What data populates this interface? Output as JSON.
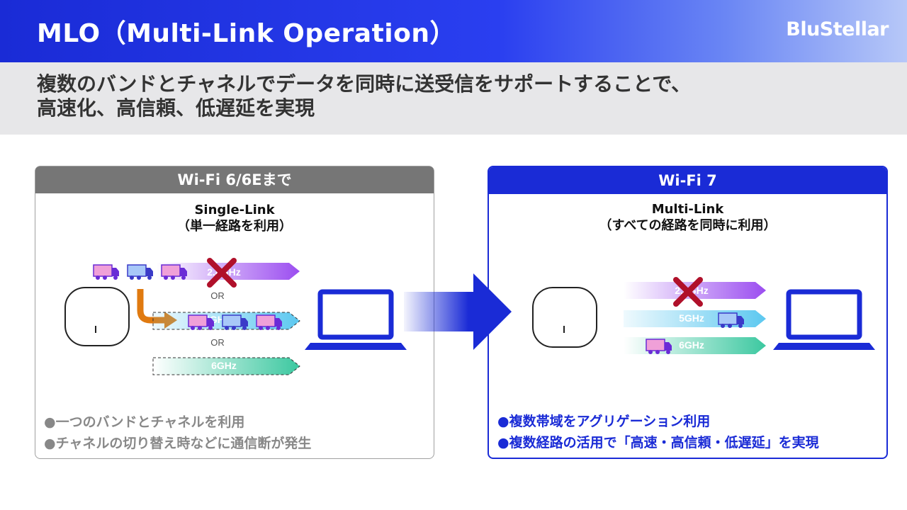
{
  "header": {
    "title": "MLO（Multi-Link Operation）",
    "brand": "BluStellar"
  },
  "subtitle": {
    "line1": "複数のバンドとチャネルでデータを同時に送受信をサポートすることで、",
    "line2": "高速化、高信頼、低遅延を実現"
  },
  "left_panel": {
    "header": "Wi-Fi 6/6Eまで",
    "mode_title": "Single-Link",
    "mode_subtitle": "（単一経路を利用）",
    "bands": [
      "2.4GHz",
      "5GHz",
      "6GHz"
    ],
    "or_label": "OR",
    "bullets": [
      "●一つのバンドとチャネルを利用",
      "●チャネルの切り替え時などに通信断が発生"
    ]
  },
  "right_panel": {
    "header": "Wi-Fi 7",
    "mode_title": "Multi-Link",
    "mode_subtitle": "（すべての経路を同時に利用）",
    "bands": [
      "2.4GHz",
      "5GHz",
      "6GHz"
    ],
    "bullets": [
      "●複数帯域をアグリゲーション利用",
      "●複数経路の活用で「高速・高信頼・低遅延」を実現"
    ]
  },
  "colors": {
    "brand_blue": "#1a2bd6",
    "band_24": "#9b4df0",
    "band_5": "#5cc8f0",
    "band_6": "#3cc8a0",
    "cross": "#b0102a",
    "orange_arrow": "#e07a10",
    "truck_pink": "#f0a0d8",
    "truck_blue": "#a8c8f8"
  }
}
